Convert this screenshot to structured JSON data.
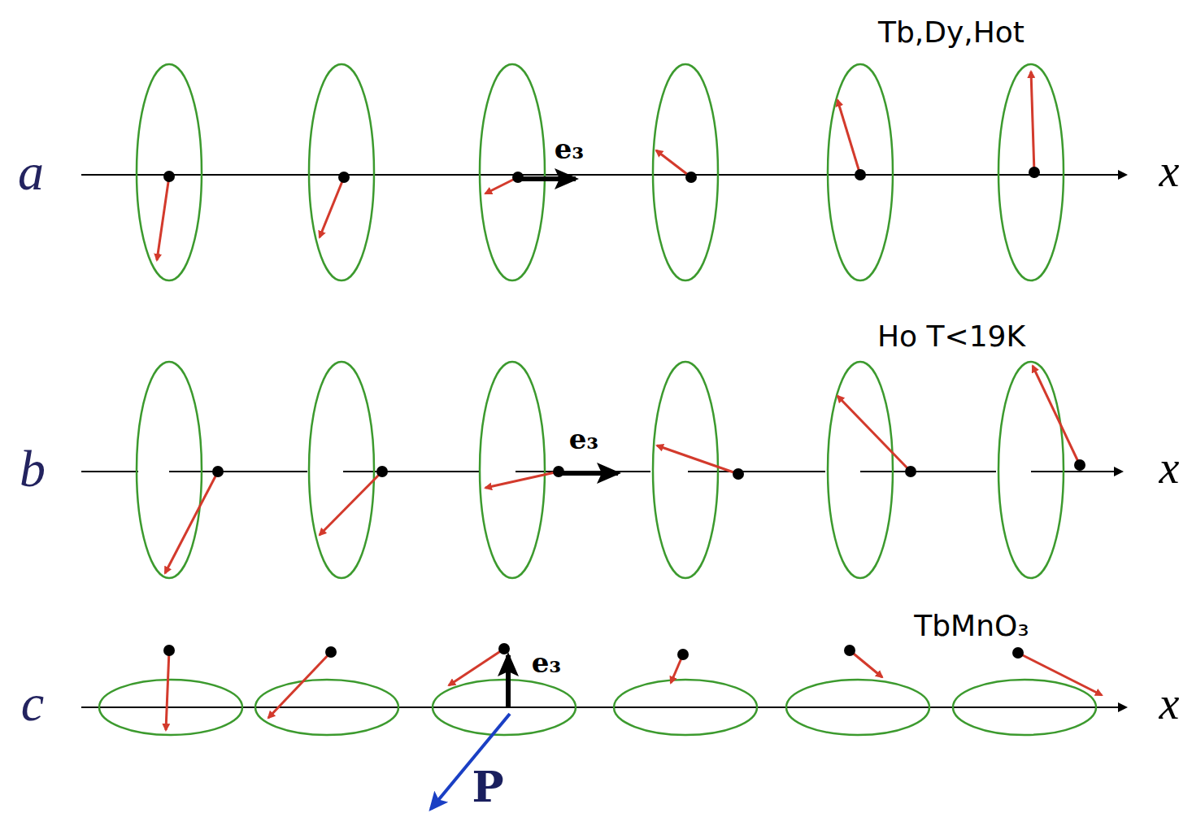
{
  "diagram": {
    "labels": [
      "Tb,Dy,Hot",
      "a",
      "e₃",
      "x",
      "Ho T<19K",
      "b",
      "e₃",
      "x",
      "TbMnO₃",
      "c",
      "e₃",
      "P",
      "x"
    ]
  }
}
